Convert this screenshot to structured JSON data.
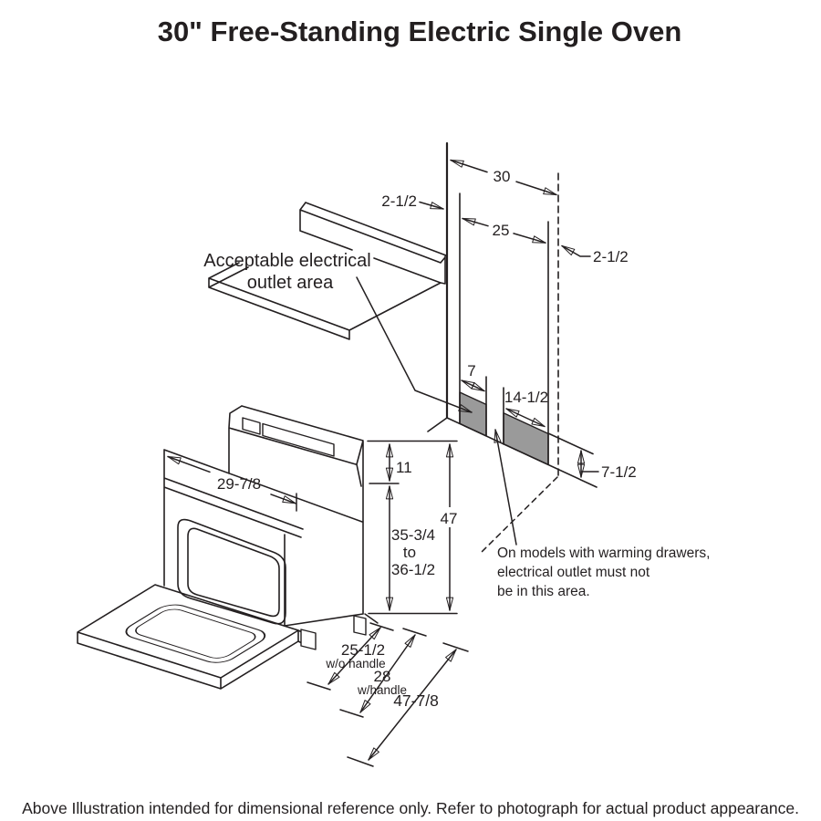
{
  "title": "30\" Free-Standing Electric Single Oven",
  "footer": "Above Illustration intended for dimensional reference only. Refer to photograph for actual product appearance.",
  "colors": {
    "ink": "#231f20",
    "shade": "#9a9a9a",
    "background": "#ffffff"
  },
  "annotations": {
    "outlet_area_line1": "Acceptable electrical",
    "outlet_area_line2": "outlet area",
    "warming_note_line1": "On models with warming drawers,",
    "warming_note_line2": "electrical outlet must not",
    "warming_note_line3": "be in this area."
  },
  "dimensions": {
    "wall_opening": "30",
    "clearance_left": "2-1/2",
    "clearance_right": "2-1/2",
    "cabinet_opening": "25",
    "outlet_zone_left_width": "7",
    "outlet_zone_right_width": "14-1/2",
    "outlet_zone_height": "7-1/2",
    "backguard_height": "11",
    "cooktop_height_min": "35-3/4",
    "cooktop_height_join": "to",
    "cooktop_height_max": "36-1/2",
    "overall_height": "47",
    "range_width": "29-7/8",
    "depth_without_handle": "25-1/2",
    "depth_without_handle_sub": "w/o handle",
    "depth_with_handle": "28",
    "depth_with_handle_sub": "w/handle",
    "depth_door_open": "47-7/8"
  }
}
